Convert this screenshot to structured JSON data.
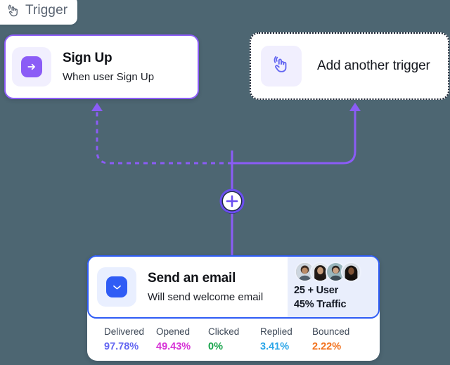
{
  "canvas": {
    "background_color": "#4d6672",
    "accent_purple": "#8b5cf6",
    "accent_blue": "#2f5cf5"
  },
  "trigger_badge": {
    "label": "Trigger",
    "icon": "tap-pointer-icon",
    "text_color": "#5a6472"
  },
  "trigger_cards": [
    {
      "title": "Sign Up",
      "subtitle": "When user Sign Up",
      "icon": "arrow-right-icon",
      "icon_color": "#8b5cf6",
      "border_color": "#8b5cf6",
      "border_style": "solid"
    },
    {
      "title": "Add another trigger",
      "icon": "tap-pointer-icon",
      "icon_color": "#6366f1",
      "border_color": "#1d2433",
      "border_style": "dotted"
    }
  ],
  "connector_node": {
    "icon": "plus-icon",
    "ring_color": "#6b4ef0",
    "fill_color": "#ffffff"
  },
  "action_card": {
    "title": "Send an email",
    "subtitle": "Will send welcome email",
    "icon": "envelope-icon",
    "icon_color": "#2f5cf5",
    "border_color": "#2f5cf5",
    "audience": {
      "avatar_count": 4,
      "avatars": [
        "avatar-1",
        "avatar-2",
        "avatar-3",
        "avatar-4"
      ],
      "users_line": "25 + User",
      "traffic_line": "45% Traffic"
    },
    "metrics": [
      {
        "label": "Delivered",
        "value": "97.78%",
        "color": "#6366f1"
      },
      {
        "label": "Opened",
        "value": "49.43%",
        "color": "#d633d6"
      },
      {
        "label": "Clicked",
        "value": "0%",
        "color": "#16a34a"
      },
      {
        "label": "Replied",
        "value": "3.41%",
        "color": "#2aa5e8"
      },
      {
        "label": "Bounced",
        "value": "2.22%",
        "color": "#f2711c"
      }
    ]
  }
}
